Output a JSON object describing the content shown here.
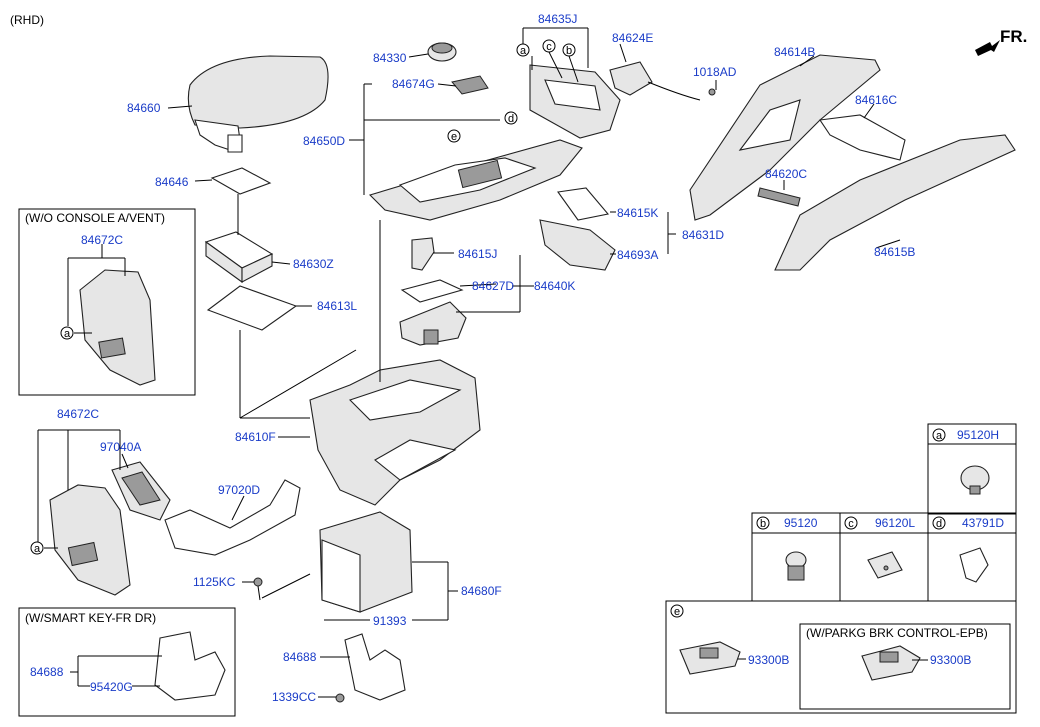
{
  "header": {
    "variant": "(RHD)",
    "direction": "FR."
  },
  "boxes": {
    "wo_console": "(W/O CONSOLE A/VENT)",
    "smart_key": "(W/SMART KEY-FR DR)",
    "parkg_brk": "(W/PARKG BRK CONTROL-EPB)"
  },
  "callout_letters": [
    "a",
    "b",
    "c",
    "d",
    "e"
  ],
  "parts": {
    "p84635J": "84635J",
    "p84624E": "84624E",
    "p84330": "84330",
    "p1018AD": "1018AD",
    "p84614B": "84614B",
    "p84674G": "84674G",
    "p84660": "84660",
    "p84616C": "84616C",
    "p84650D": "84650D",
    "p84646": "84646",
    "p84620C": "84620C",
    "p84615K": "84615K",
    "p84631D": "84631D",
    "p84672C_top": "84672C",
    "p84630Z": "84630Z",
    "p84615J": "84615J",
    "p84693A": "84693A",
    "p84615B": "84615B",
    "p84627D": "84627D",
    "p84640K": "84640K",
    "p84613L": "84613L",
    "p84672C_mid": "84672C",
    "p84610F": "84610F",
    "p97040A": "97040A",
    "p95120H": "95120H",
    "p97020D": "97020D",
    "p95120": "95120",
    "p96120L": "96120L",
    "p43791D": "43791D",
    "p1125KC": "1125KC",
    "p84680F": "84680F",
    "p91393": "91393",
    "p84688_box": "84688",
    "p84688_main": "84688",
    "p95420G": "95420G",
    "p93300B_a": "93300B",
    "p93300B_b": "93300B",
    "p1339CC": "1339CC"
  }
}
